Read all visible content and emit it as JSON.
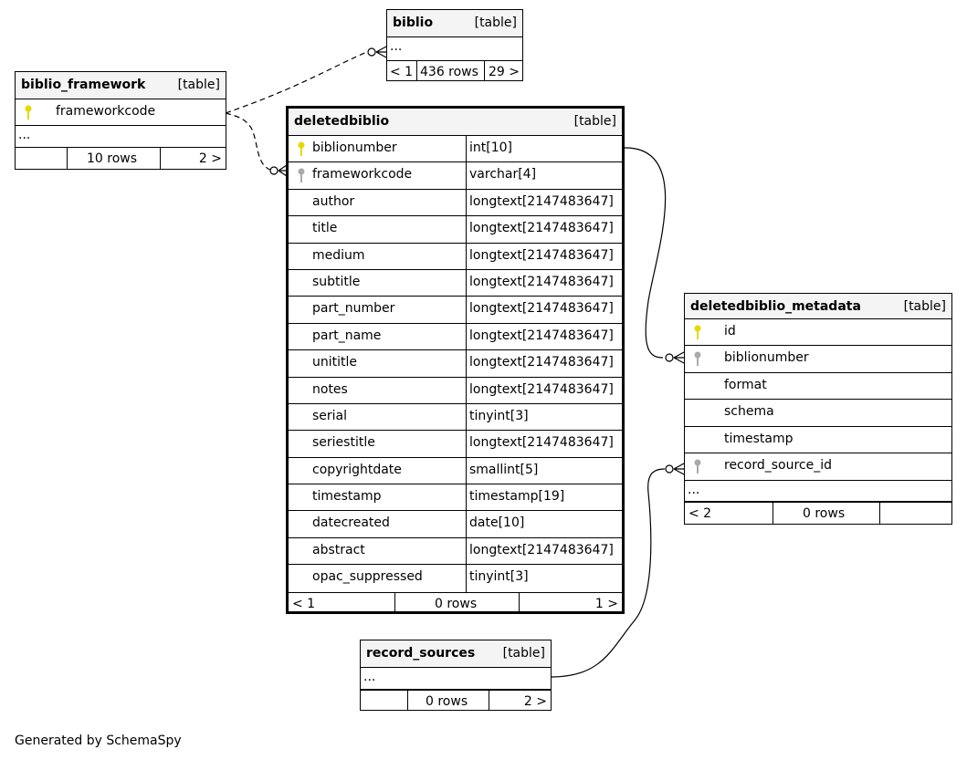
{
  "footer_credit": "Generated by SchemaSpy",
  "colors": {
    "primary_key": "#e6d800",
    "foreign_key": "#aaaaaa",
    "header_bg": "#f4f4f4"
  },
  "tables": {
    "biblio": {
      "name": "biblio",
      "tag": "[table]",
      "ellipsis": "...",
      "footer": {
        "left": "< 1",
        "center": "436 rows",
        "right": "29 >"
      }
    },
    "biblio_framework": {
      "name": "biblio_framework",
      "tag": "[table]",
      "columns": [
        {
          "name": "frameworkcode",
          "key": "primary-key-icon"
        }
      ],
      "ellipsis": "...",
      "footer": {
        "left": "",
        "center": "10 rows",
        "right": "2 >"
      }
    },
    "deletedbiblio": {
      "name": "deletedbiblio",
      "tag": "[table]",
      "columns": [
        {
          "name": "biblionumber",
          "type": "int[10]",
          "key": "primary-key-icon"
        },
        {
          "name": "frameworkcode",
          "type": "varchar[4]",
          "key": "foreign-key-icon"
        },
        {
          "name": "author",
          "type": "longtext[2147483647]"
        },
        {
          "name": "title",
          "type": "longtext[2147483647]"
        },
        {
          "name": "medium",
          "type": "longtext[2147483647]"
        },
        {
          "name": "subtitle",
          "type": "longtext[2147483647]"
        },
        {
          "name": "part_number",
          "type": "longtext[2147483647]"
        },
        {
          "name": "part_name",
          "type": "longtext[2147483647]"
        },
        {
          "name": "unititle",
          "type": "longtext[2147483647]"
        },
        {
          "name": "notes",
          "type": "longtext[2147483647]"
        },
        {
          "name": "serial",
          "type": "tinyint[3]"
        },
        {
          "name": "seriestitle",
          "type": "longtext[2147483647]"
        },
        {
          "name": "copyrightdate",
          "type": "smallint[5]"
        },
        {
          "name": "timestamp",
          "type": "timestamp[19]"
        },
        {
          "name": "datecreated",
          "type": "date[10]"
        },
        {
          "name": "abstract",
          "type": "longtext[2147483647]"
        },
        {
          "name": "opac_suppressed",
          "type": "tinyint[3]"
        }
      ],
      "footer": {
        "left": "< 1",
        "center": "0 rows",
        "right": "1 >"
      }
    },
    "deletedbiblio_metadata": {
      "name": "deletedbiblio_metadata",
      "tag": "[table]",
      "columns": [
        {
          "name": "id",
          "key": "primary-key-icon"
        },
        {
          "name": "biblionumber",
          "key": "foreign-key-icon"
        },
        {
          "name": "format"
        },
        {
          "name": "schema"
        },
        {
          "name": "timestamp"
        },
        {
          "name": "record_source_id",
          "key": "foreign-key-icon"
        }
      ],
      "ellipsis": "...",
      "footer": {
        "left": "< 2",
        "center": "0 rows",
        "right": ""
      }
    },
    "record_sources": {
      "name": "record_sources",
      "tag": "[table]",
      "ellipsis": "...",
      "footer": {
        "left": "",
        "center": "0 rows",
        "right": "2 >"
      }
    }
  }
}
